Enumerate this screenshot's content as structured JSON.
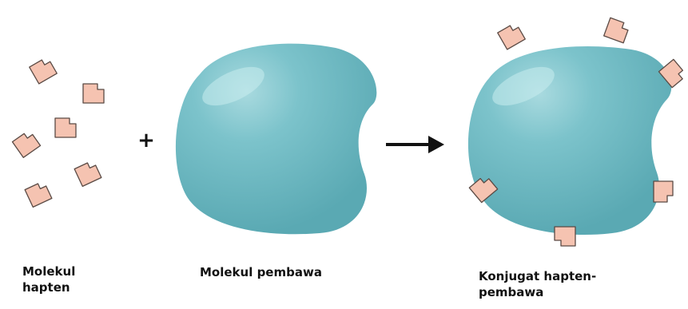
{
  "labels": {
    "hapten": {
      "line1": "Molekul",
      "line2": "hapten"
    },
    "carrier": {
      "line1": "Molekul pembawa"
    },
    "conjugate": {
      "line1": "Konjugat hapten-",
      "line2": "pembawa"
    }
  },
  "operators": {
    "plus": "+"
  },
  "colors": {
    "carrier_fill": "#6fb9c2",
    "carrier_highlight": "#a9dadf",
    "hapten_fill": "#f5c3b1",
    "hapten_stroke": "#5a4a44",
    "text": "#111111"
  },
  "icons": {
    "hapten": "hapten-molecule-icon",
    "carrier": "carrier-molecule-icon",
    "arrow": "right-arrow-icon"
  }
}
